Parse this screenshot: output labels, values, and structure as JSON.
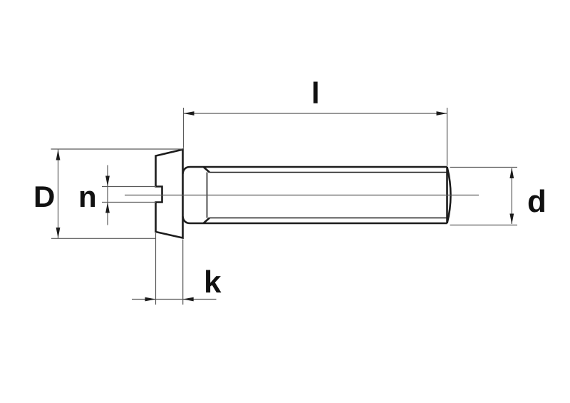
{
  "labels": {
    "length": "l",
    "head_diameter": "D",
    "slot_width": "n",
    "head_height": "k",
    "thread_diameter": "d"
  },
  "colors": {
    "background": "#ffffff",
    "outline": "#1c1c1c",
    "thin_line": "#5a5a5a",
    "label": "#111111"
  }
}
